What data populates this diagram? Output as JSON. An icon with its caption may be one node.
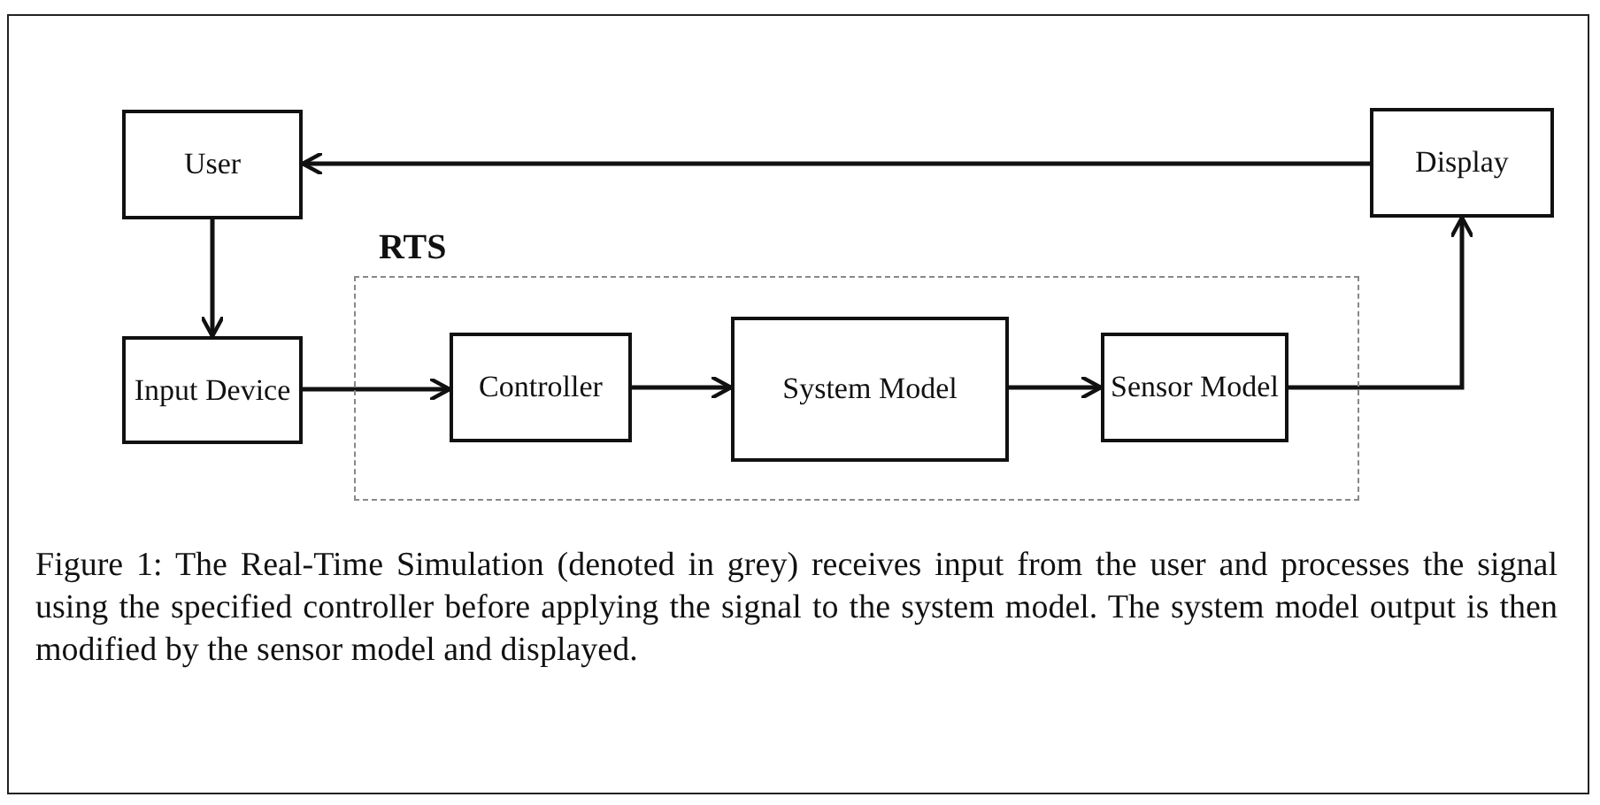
{
  "diagram": {
    "caption": "Figure 1: The Real-Time Simulation (denoted in grey) receives input from the user and processes the signal using the specified controller before applying the signal to the system model.  The system model output is then modified by the sensor model and displayed.",
    "nodes": [
      {
        "text": [
          "User"
        ]
      },
      {
        "text": [
          "Display"
        ]
      },
      {
        "text": [
          "Input Device"
        ]
      },
      {
        "text": [
          "RTS"
        ]
      },
      {
        "text": [
          "Controller"
        ],
        "in": 3
      },
      {
        "text": [
          "System Model"
        ],
        "in": 3
      },
      {
        "text": [
          "Sensor Model"
        ],
        "in": 3
      }
    ],
    "edges": [
      {
        "from": 1,
        "to": 0,
        "arrow": "to"
      },
      {
        "from": 0,
        "to": 2,
        "arrow": "to"
      },
      {
        "from": 2,
        "to": 4,
        "arrow": "to"
      },
      {
        "from": 4,
        "to": 5,
        "arrow": "to"
      },
      {
        "from": 5,
        "to": 6,
        "arrow": "to"
      },
      {
        "from": 6,
        "to": 1,
        "arrow": "to"
      }
    ]
  }
}
